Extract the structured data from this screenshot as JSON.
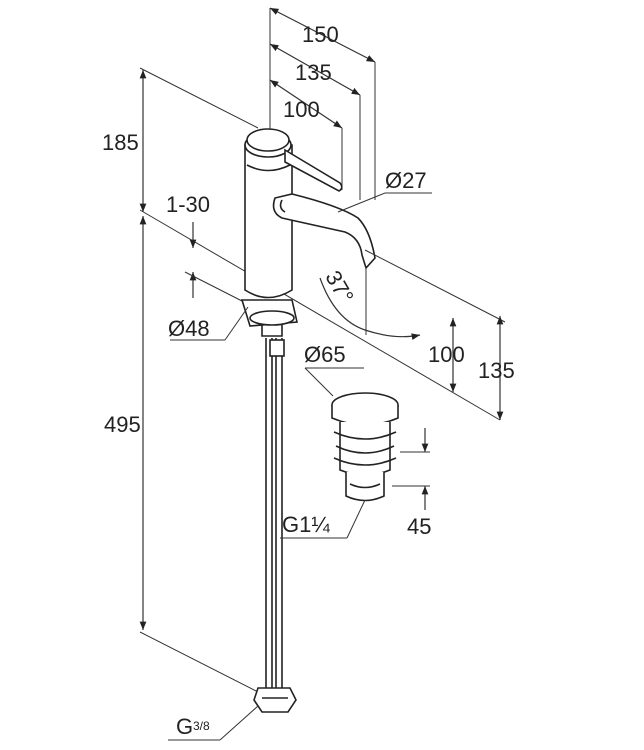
{
  "dimensions": {
    "w150": "150",
    "w135": "135",
    "w100": "100",
    "h185": "185",
    "adj_1_30": "1-30",
    "d27": "Ø27",
    "angle37": "37°",
    "d48": "Ø48",
    "d65": "Ø65",
    "h100": "100",
    "h135": "135",
    "h495": "495",
    "h45": "45",
    "thread_waste": "G1¼",
    "thread_supply_main": "G",
    "thread_supply_frac": "3/8"
  }
}
